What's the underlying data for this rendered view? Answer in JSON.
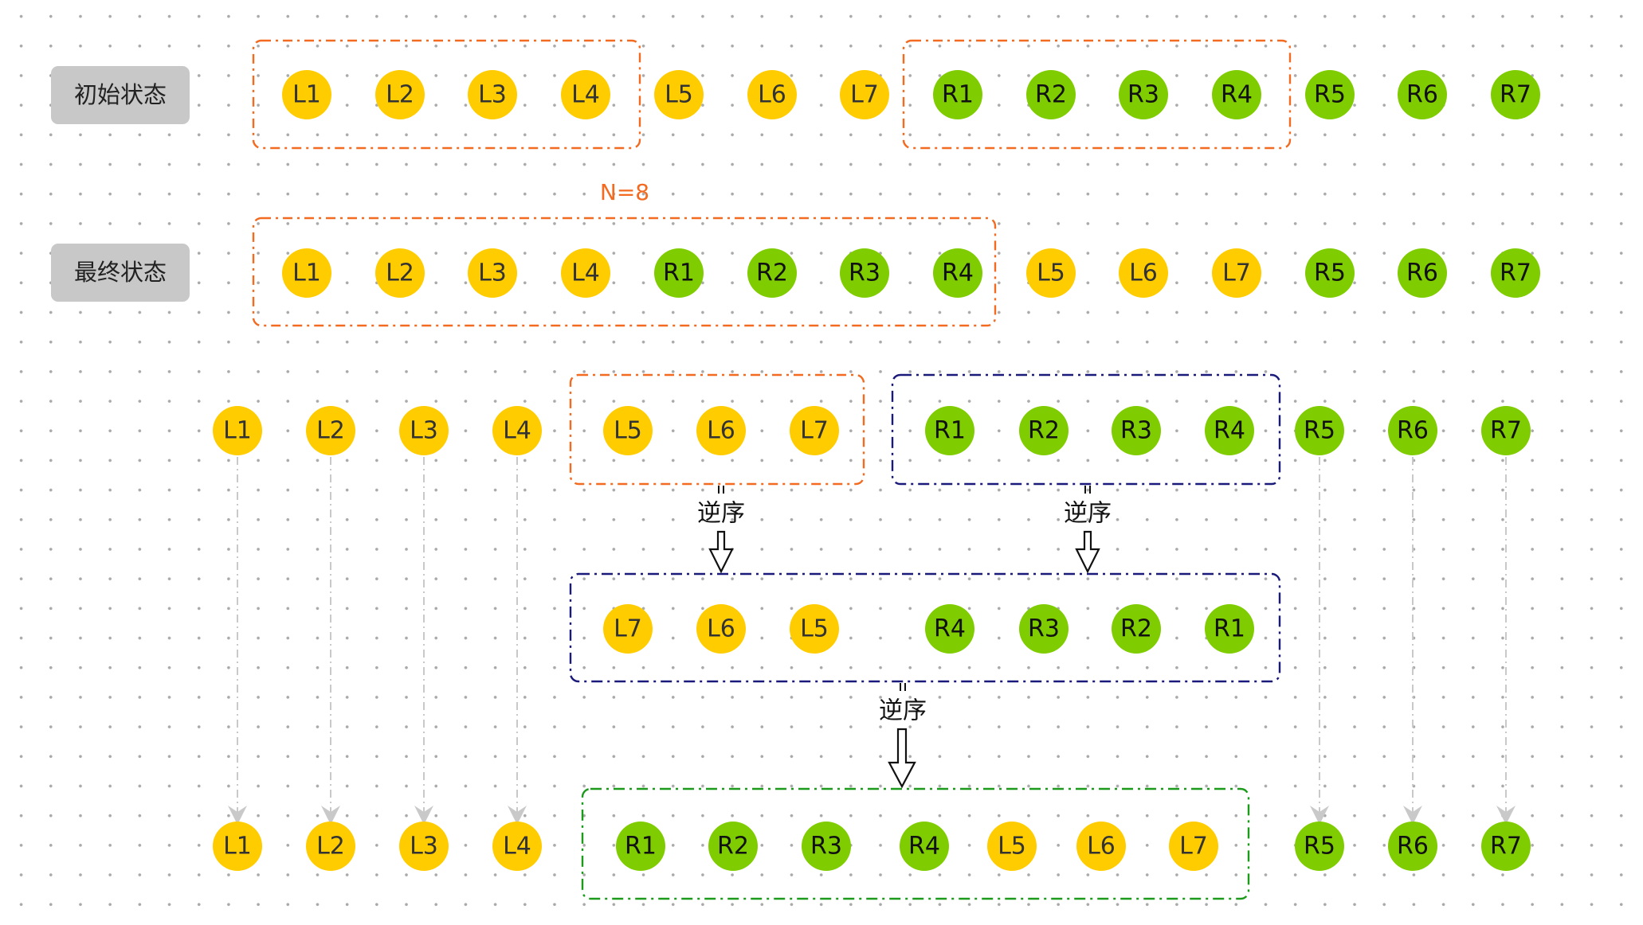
{
  "colors": {
    "left": "#FFCC00",
    "left_text": "#333333",
    "right": "#7FCC00",
    "right_text": "#111111",
    "label_bg": "#C8C8C8",
    "box_orange": "#F26B21",
    "box_navy": "#1A1A7A",
    "box_green": "#1B9A1B",
    "n_text": "#F26B21",
    "arrow_gray": "#BDBDBD",
    "arrow_black": "#111111"
  },
  "labels": {
    "initial": "初始状态",
    "final": "最终状态",
    "n": "N=8",
    "step1_left": "逆序",
    "step1_right": "逆序",
    "step2": "逆序"
  },
  "rows": {
    "initial": [
      {
        "text": "L1",
        "kind": "left"
      },
      {
        "text": "L2",
        "kind": "left"
      },
      {
        "text": "L3",
        "kind": "left"
      },
      {
        "text": "L4",
        "kind": "left"
      },
      {
        "text": "L5",
        "kind": "left"
      },
      {
        "text": "L6",
        "kind": "left"
      },
      {
        "text": "L7",
        "kind": "left"
      },
      {
        "text": "R1",
        "kind": "right"
      },
      {
        "text": "R2",
        "kind": "right"
      },
      {
        "text": "R3",
        "kind": "right"
      },
      {
        "text": "R4",
        "kind": "right"
      },
      {
        "text": "R5",
        "kind": "right"
      },
      {
        "text": "R6",
        "kind": "right"
      },
      {
        "text": "R7",
        "kind": "right"
      }
    ],
    "final": [
      {
        "text": "L1",
        "kind": "left"
      },
      {
        "text": "L2",
        "kind": "left"
      },
      {
        "text": "L3",
        "kind": "left"
      },
      {
        "text": "L4",
        "kind": "left"
      },
      {
        "text": "R1",
        "kind": "right"
      },
      {
        "text": "R2",
        "kind": "right"
      },
      {
        "text": "R3",
        "kind": "right"
      },
      {
        "text": "R4",
        "kind": "right"
      },
      {
        "text": "L5",
        "kind": "left"
      },
      {
        "text": "L6",
        "kind": "left"
      },
      {
        "text": "L7",
        "kind": "left"
      },
      {
        "text": "R5",
        "kind": "right"
      },
      {
        "text": "R6",
        "kind": "right"
      },
      {
        "text": "R7",
        "kind": "right"
      }
    ],
    "process_top": [
      {
        "text": "L1",
        "kind": "left"
      },
      {
        "text": "L2",
        "kind": "left"
      },
      {
        "text": "L3",
        "kind": "left"
      },
      {
        "text": "L4",
        "kind": "left"
      },
      {
        "text": "L5",
        "kind": "left"
      },
      {
        "text": "L6",
        "kind": "left"
      },
      {
        "text": "L7",
        "kind": "left"
      },
      {
        "text": "R1",
        "kind": "right"
      },
      {
        "text": "R2",
        "kind": "right"
      },
      {
        "text": "R3",
        "kind": "right"
      },
      {
        "text": "R4",
        "kind": "right"
      },
      {
        "text": "R5",
        "kind": "right"
      },
      {
        "text": "R6",
        "kind": "right"
      },
      {
        "text": "R7",
        "kind": "right"
      }
    ],
    "process_mid": [
      {
        "text": "L7",
        "kind": "left"
      },
      {
        "text": "L6",
        "kind": "left"
      },
      {
        "text": "L5",
        "kind": "left"
      },
      {
        "text": "R4",
        "kind": "right"
      },
      {
        "text": "R3",
        "kind": "right"
      },
      {
        "text": "R2",
        "kind": "right"
      },
      {
        "text": "R1",
        "kind": "right"
      }
    ],
    "process_bottom": [
      {
        "text": "L1",
        "kind": "left"
      },
      {
        "text": "L2",
        "kind": "left"
      },
      {
        "text": "L3",
        "kind": "left"
      },
      {
        "text": "L4",
        "kind": "left"
      },
      {
        "text": "R1",
        "kind": "right"
      },
      {
        "text": "R2",
        "kind": "right"
      },
      {
        "text": "R3",
        "kind": "right"
      },
      {
        "text": "R4",
        "kind": "right"
      },
      {
        "text": "L5",
        "kind": "left"
      },
      {
        "text": "L6",
        "kind": "left"
      },
      {
        "text": "L7",
        "kind": "left"
      },
      {
        "text": "R5",
        "kind": "right"
      },
      {
        "text": "R6",
        "kind": "right"
      },
      {
        "text": "R7",
        "kind": "right"
      }
    ]
  }
}
